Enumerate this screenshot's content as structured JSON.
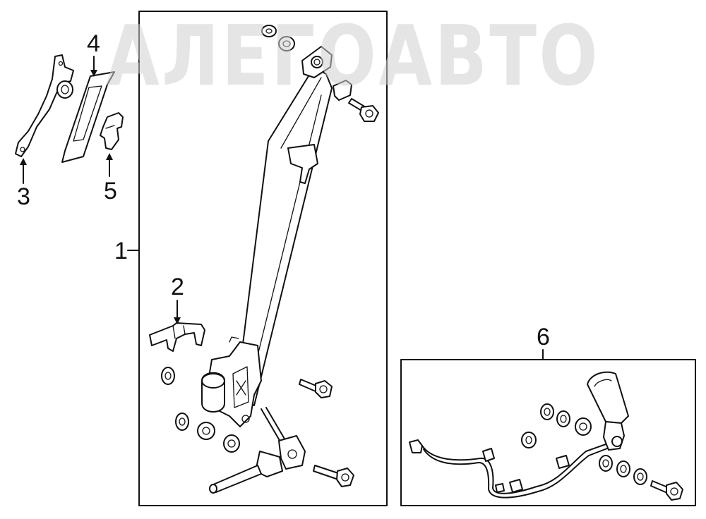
{
  "watermark": {
    "text": "АЛЕГОАВТО"
  },
  "callouts": {
    "c1": "1",
    "c2": "2",
    "c3": "3",
    "c4": "4",
    "c5": "5",
    "c6": "6"
  }
}
